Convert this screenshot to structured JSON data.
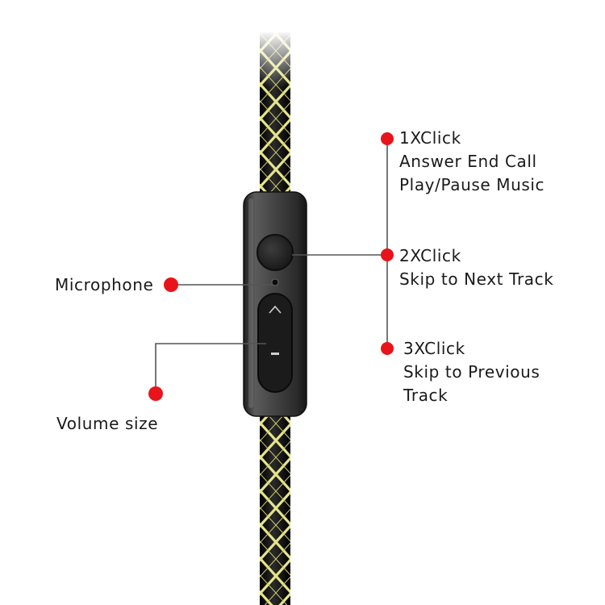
{
  "colors": {
    "accent_dot": "#e8141a",
    "leader_line": "#555555",
    "cable_dark": "#111111",
    "cable_pattern": "#e6e48a",
    "remote_body": "#3a3a3a",
    "text": "#1a1a1a"
  },
  "callouts": {
    "one_click": {
      "title": "1XClick",
      "lines": [
        "Answer End Call",
        "Play/Pause Music"
      ]
    },
    "two_click": {
      "title": "2XClick",
      "lines": [
        "Skip to Next Track"
      ]
    },
    "three_click": {
      "title": "3XClick",
      "lines": [
        "Skip to Previous",
        "Track"
      ]
    },
    "microphone": {
      "label": "Microphone"
    },
    "volume": {
      "label": "Volume size"
    }
  }
}
